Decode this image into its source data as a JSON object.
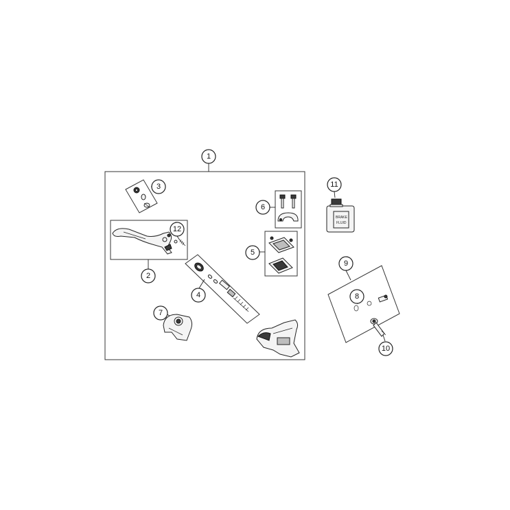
{
  "callouts": [
    {
      "id": "1",
      "label": "1"
    },
    {
      "id": "2",
      "label": "2"
    },
    {
      "id": "3",
      "label": "3"
    },
    {
      "id": "4",
      "label": "4"
    },
    {
      "id": "5",
      "label": "5"
    },
    {
      "id": "6",
      "label": "6"
    },
    {
      "id": "7",
      "label": "7"
    },
    {
      "id": "8",
      "label": "8"
    },
    {
      "id": "9",
      "label": "9"
    },
    {
      "id": "10",
      "label": "10"
    },
    {
      "id": "11",
      "label": "11"
    },
    {
      "id": "12",
      "label": "12"
    }
  ],
  "fluid_bottle": {
    "line1": "BRAKE",
    "line2": "FLUID"
  },
  "colors": {
    "line": "#222222",
    "background": "#ffffff",
    "part_fill": "#f4f4f4",
    "dark_fill": "#3a3a3a"
  }
}
